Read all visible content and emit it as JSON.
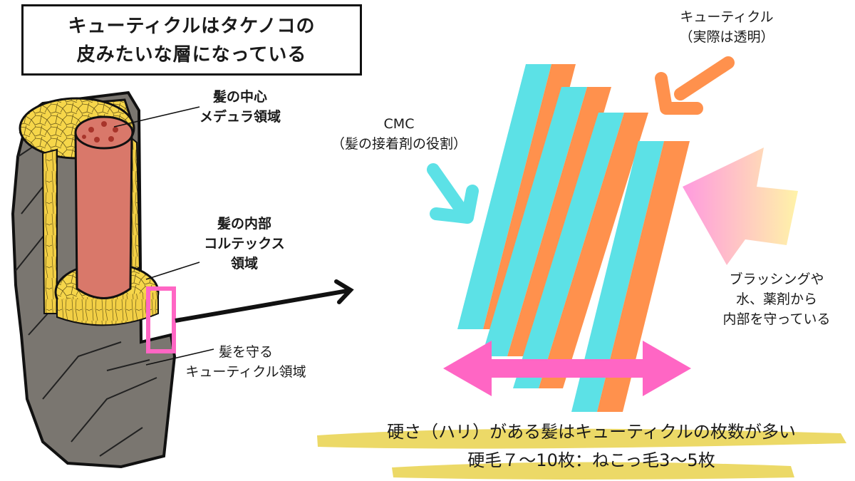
{
  "title": {
    "line1": "キューティクルはタケノコの",
    "line2": "皮みたいな層になっている"
  },
  "labels": {
    "medulla_line1": "髪の中心",
    "medulla_line2": "メデュラ領域",
    "cortex_line1": "髪の内部",
    "cortex_line2": "コルテックス",
    "cortex_line3": "領域",
    "cuticle_region_line1": "髪を守る",
    "cuticle_region_line2": "キューティクル領域",
    "cuticle_line1": "キューティクル",
    "cuticle_line2": "（実際は透明）",
    "cmc_line1": "CMC",
    "cmc_line2": "（髪の接着剤の役割）",
    "protect_line1": "ブラッシングや",
    "protect_line2": "水、薬剤から",
    "protect_line3": "内部を守っている"
  },
  "bottom": {
    "line1": "硬さ（ハリ）がある髪はキューティクルの枚数が多い",
    "line2": "硬毛７〜10枚：ねこっ毛3〜5枚"
  },
  "colors": {
    "cuticle_orange": "#ff914d",
    "cmc_cyan": "#5ce1e6",
    "arrow_pink": "#ff66c4",
    "highlight_yellow": "#ecd967",
    "cortex_yellow": "#f6d64a",
    "medulla_red": "#d9786a",
    "outer_gray": "#7a7670"
  }
}
